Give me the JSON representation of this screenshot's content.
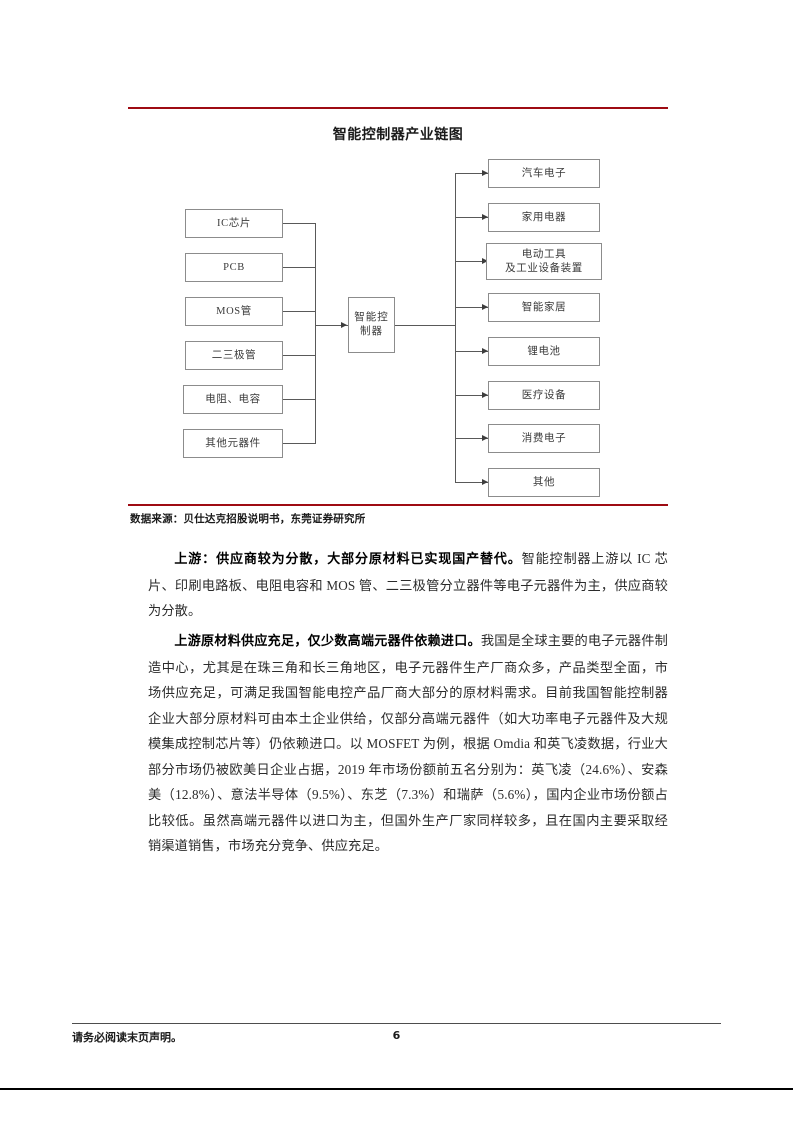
{
  "colors": {
    "accent_red": "#9e0b13",
    "box_border": "#8c8c8c",
    "connector": "#595959",
    "body_text": "#2b2b2b"
  },
  "exhibit": {
    "title": "智能控制器产业链图",
    "source": "数据来源：贝仕达克招股说明书，东莞证券研究所",
    "upstream_nodes": [
      {
        "label": "IC芯片"
      },
      {
        "label": "PCB"
      },
      {
        "label": "MOS管"
      },
      {
        "label": "二三极管"
      },
      {
        "label": "电阻、电容"
      },
      {
        "label": "其他元器件"
      }
    ],
    "center_node": {
      "label": "智能控制器"
    },
    "downstream_nodes": [
      {
        "label": "汽车电子"
      },
      {
        "label": "家用电器"
      },
      {
        "label": "电动工具\n及工业设备装置"
      },
      {
        "label": "智能家居"
      },
      {
        "label": "锂电池"
      },
      {
        "label": "医疗设备"
      },
      {
        "label": "消费电子"
      },
      {
        "label": "其他"
      }
    ]
  },
  "body": {
    "paragraph1": {
      "lead": "上游：供应商较为分散，大部分原材料已实现国产替代。",
      "text": "智能控制器上游以 IC 芯片、印刷电路板、电阻电容和 MOS 管、二三极管分立器件等电子元器件为主，供应商较为分散。"
    },
    "paragraph2": {
      "lead": "上游原材料供应充足，仅少数高端元器件依赖进口。",
      "text": "我国是全球主要的电子元器件制造中心，尤其是在珠三角和长三角地区，电子元器件生产厂商众多，产品类型全面，市场供应充足，可满足我国智能电控产品厂商大部分的原材料需求。目前我国智能控制器企业大部分原材料可由本土企业供给，仅部分高端元器件（如大功率电子元器件及大规模集成控制芯片等）仍依赖进口。以 MOSFET 为例，根据 Omdia 和英飞凌数据，行业大部分市场仍被欧美日企业占据，2019 年市场份额前五名分别为：英飞凌（24.6%）、安森美（12.8%）、意法半导体（9.5%）、东芝（7.3%）和瑞萨（5.6%），国内企业市场份额占比较低。虽然高端元器件以进口为主，但国外生产厂家同样较多，且在国内主要采取经销渠道销售，市场充分竞争、供应充足。"
    }
  },
  "footer": {
    "disclaimer": "请务必阅读末页声明。",
    "page_number": "6"
  }
}
